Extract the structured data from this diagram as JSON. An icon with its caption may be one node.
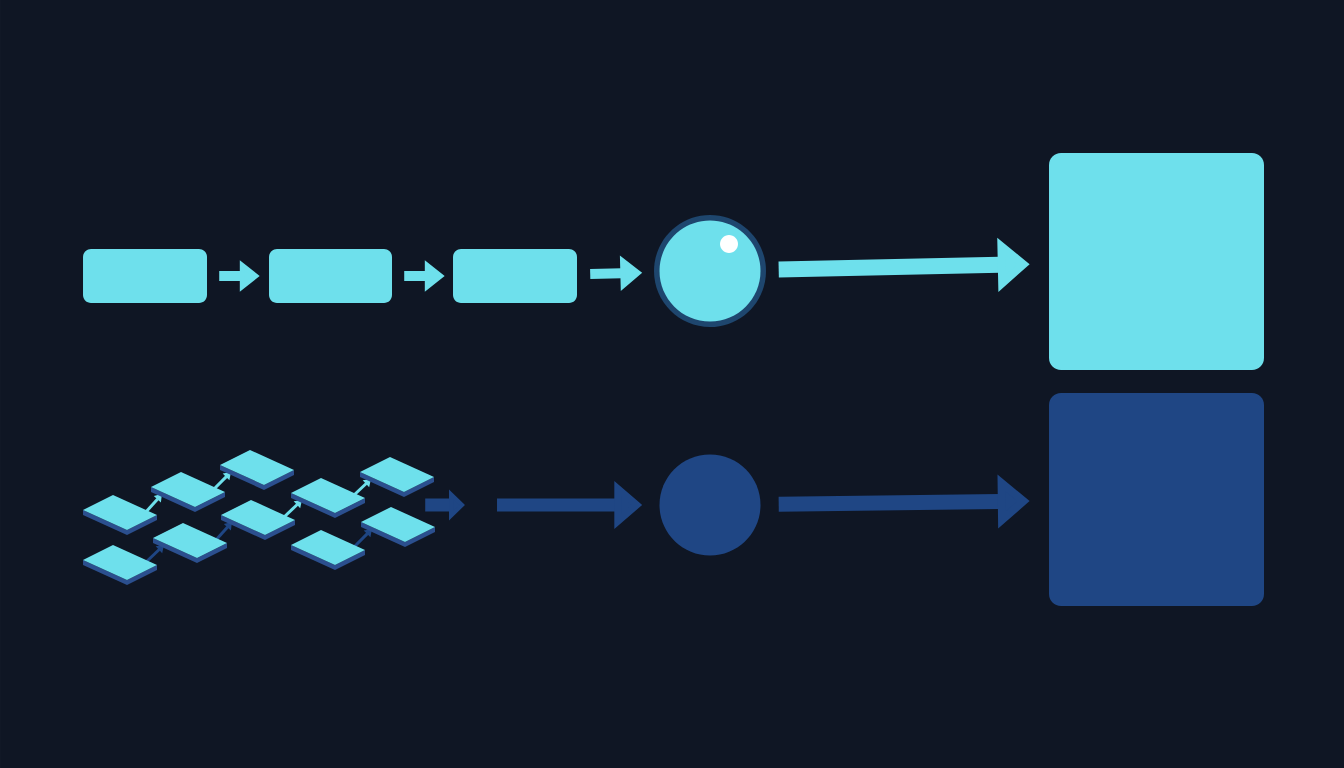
{
  "diagram": {
    "nodes": [
      {
        "text": [],
        "shape": "box"
      },
      {
        "text": [],
        "shape": "box"
      },
      {
        "text": [],
        "shape": "box"
      },
      {
        "text": [],
        "shape": "circle"
      },
      {
        "text": [],
        "shape": "box"
      },
      {
        "text": [],
        "shape": "picture"
      },
      {
        "text": [],
        "shape": "circle"
      },
      {
        "text": [],
        "shape": "box"
      }
    ],
    "edges": [
      {
        "from": 0,
        "to": 1,
        "arrow": "to"
      },
      {
        "from": 1,
        "to": 2,
        "arrow": "to"
      },
      {
        "from": 2,
        "to": 3,
        "arrow": "to"
      },
      {
        "from": 3,
        "to": 4,
        "arrow": "to"
      },
      {
        "from": 5,
        "to": null,
        "arrow": "to",
        "color": "#1f4684"
      },
      {
        "from": null,
        "to": 6,
        "arrow": "to",
        "color": "#1f4684"
      },
      {
        "from": 6,
        "to": 7,
        "arrow": "to",
        "color": "#1f4684"
      }
    ]
  }
}
